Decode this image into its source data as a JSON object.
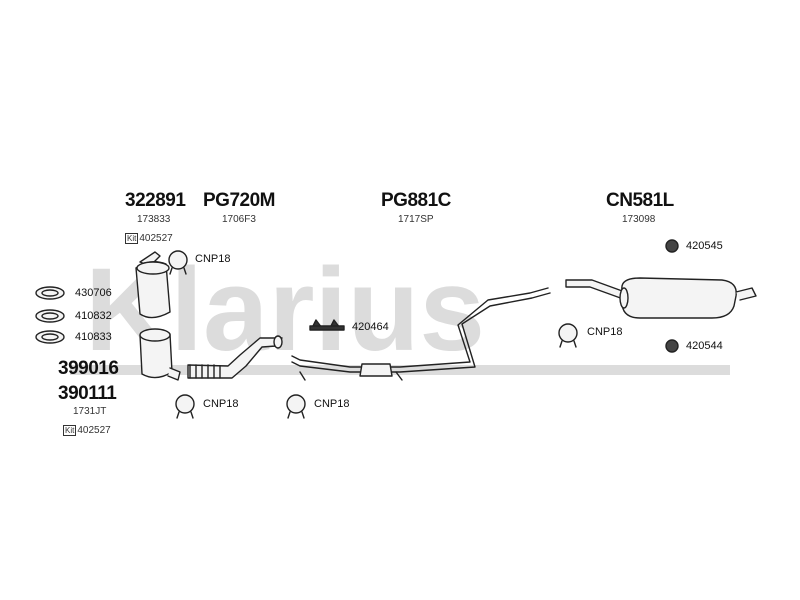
{
  "watermark": "Klarius",
  "main_parts": [
    {
      "id": "322891",
      "sub": "173833"
    },
    {
      "id": "PG720M",
      "sub": "1706F3"
    },
    {
      "id": "PG881C",
      "sub": "1717SP"
    },
    {
      "id": "CN581L",
      "sub": "173098"
    }
  ],
  "left_parts": [
    {
      "id": "399016"
    },
    {
      "id": "390111",
      "sub": "1731JT"
    }
  ],
  "kits": [
    {
      "badge": "Kit",
      "code": "402527"
    },
    {
      "badge": "Kit",
      "code": "402527"
    }
  ],
  "gaskets": [
    "430706",
    "410832",
    "410833"
  ],
  "mounts": [
    "420464",
    "420545",
    "420544"
  ],
  "clamps": [
    "CNP18",
    "CNP18",
    "CNP18",
    "CNP18"
  ],
  "colors": {
    "watermark": "#dcdcdc",
    "line": "#222222",
    "fill": "#f2f2f2"
  }
}
